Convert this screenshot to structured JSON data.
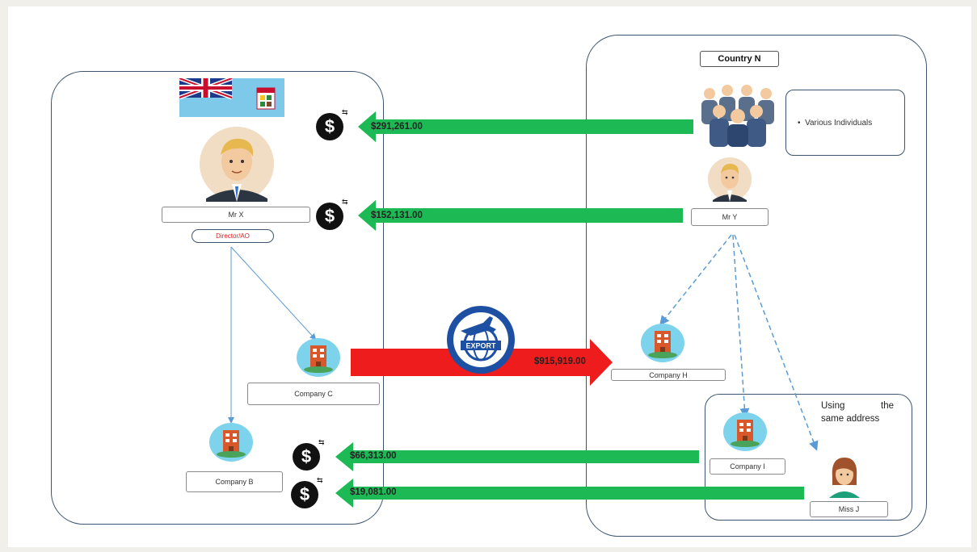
{
  "left_panel": {
    "mr_x_label": "Mr X",
    "role_label": "Director/AO",
    "company_c_label": "Company C",
    "company_b_label": "Company B"
  },
  "right_panel": {
    "title": "Country N",
    "various_label": "Various Individuals",
    "mr_y_label": "Mr Y",
    "company_h_label": "Company H",
    "company_i_label": "Company I",
    "miss_j_label": "Miss J",
    "same_address_line1": "Using the",
    "same_address_line2": "same address"
  },
  "flows": {
    "f1": "$291,261.00",
    "f2": "$152,131.00",
    "f3": "$915,919.00",
    "f4": "$66,313.00",
    "f5": "$19,081.00"
  },
  "export_text": "EXPORT",
  "colors": {
    "green": "#1db954",
    "red": "#ee1c1c",
    "panel_border": "#3d5570",
    "link_blue": "#5b9bd5"
  }
}
